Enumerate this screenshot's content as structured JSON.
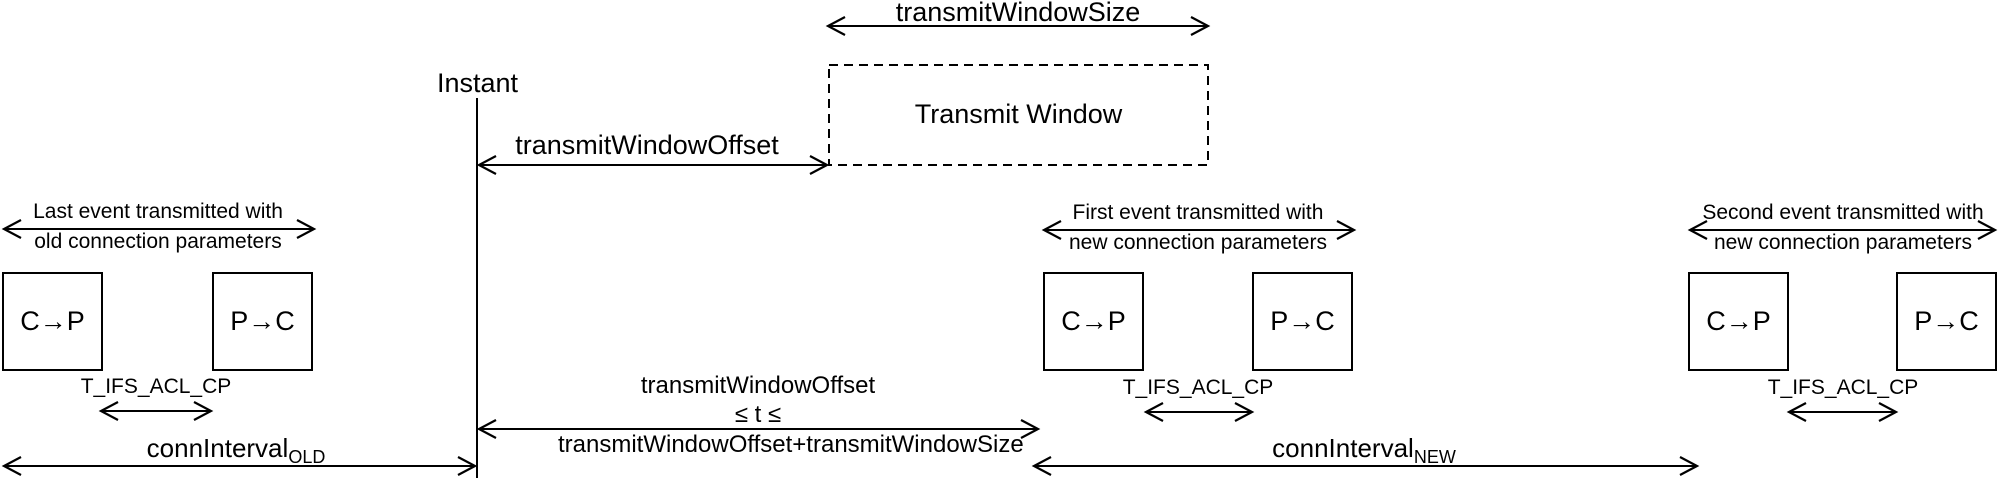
{
  "labels": {
    "transmit_window_size": "transmitWindowSize",
    "instant": "Instant",
    "transmit_window_offset": "transmitWindowOffset",
    "transmit_window_box": "Transmit Window",
    "constraint_line1": "transmitWindowOffset",
    "constraint_line2": "≤ t ≤",
    "constraint_line3": "transmitWindowOffset+transmitWindowSize",
    "conn_interval_old": {
      "main": "connInterval",
      "sub": "OLD"
    },
    "conn_interval_new": {
      "main": "connInterval",
      "sub": "NEW"
    }
  },
  "groups": [
    {
      "caption_line1": "Last event transmitted with",
      "caption_line2": "old connection parameters",
      "box_left": "C→P",
      "box_right": "P→C",
      "ifs_label": "T_IFS_ACL_CP"
    },
    {
      "caption_line1": "First event transmitted with",
      "caption_line2": "new connection parameters",
      "box_left": "C→P",
      "box_right": "P→C",
      "ifs_label": "T_IFS_ACL_CP"
    },
    {
      "caption_line1": "Second event transmitted with",
      "caption_line2": "new connection parameters",
      "box_left": "C→P",
      "box_right": "P→C",
      "ifs_label": "T_IFS_ACL_CP"
    }
  ],
  "colors": {
    "line": "#000000",
    "background": "#ffffff",
    "text": "#000000"
  }
}
